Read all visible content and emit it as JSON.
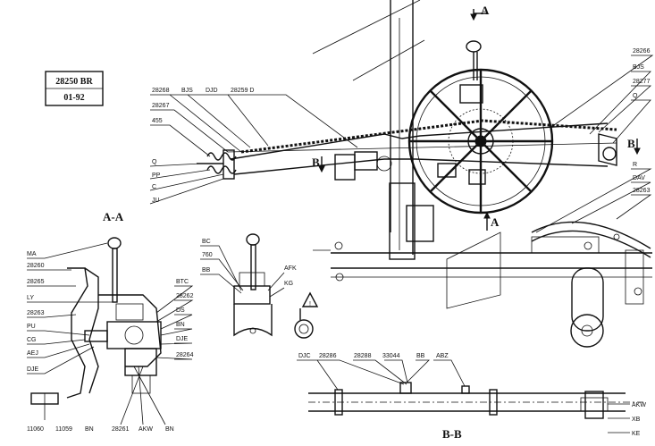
{
  "title_block": {
    "code": "28250  BR",
    "date": "01-92"
  },
  "sections": {
    "aa": "A-A",
    "bb": "B-B",
    "a_top": "A",
    "a_bottom": "A",
    "b_left": "B",
    "b_right": "B"
  },
  "labels": {
    "l28268": "28268",
    "lBJS_top": "BJS",
    "lDJD": "DJD",
    "l28259D": "28259  D",
    "l28267": "28267",
    "l455": "455",
    "lQ_left": "Q",
    "lPP": "PP",
    "lC": "C",
    "lJU": "JU",
    "l28266": "28266",
    "lBJS_right": "BJS",
    "l28277": "28277",
    "lQ_right": "Q",
    "lR": "R",
    "lDAV": "DAV",
    "l28263_right": "28263",
    "lMA": "MA",
    "l28260": "28260",
    "l28265": "28265",
    "lLY": "LY",
    "l28263_left": "28263",
    "lPU": "PU",
    "lCG": "CG",
    "lAEJ": "AEJ",
    "lDJE_left": "DJE",
    "l11060": "11060",
    "l11059": "11059",
    "lBN_bottom": "BN",
    "l28261": "28261",
    "lAKW_bottom": "AKW",
    "lBN_bottom2": "BN",
    "lBTC": "BTC",
    "l28262": "28262",
    "lDS": "DS",
    "lBN_mid": "BN",
    "lDJE_mid": "DJE",
    "l28264": "28264",
    "lBC": "BC",
    "l760": "760",
    "lBB_mid": "BB",
    "lAFK": "AFK",
    "lKG": "KG",
    "lDJC": "DJC",
    "l28286": "28286",
    "l28288": "28288",
    "l33044": "33044",
    "lBB_bb": "BB",
    "lABZ": "ABZ",
    "lAKW_right": "AKW",
    "lXB": "XB",
    "lKE": "KE"
  },
  "symbols": {
    "warning": "!"
  },
  "icons": [
    "handwheel-icon",
    "warning-triangle-icon",
    "lever-knob-icon",
    "spring-icon"
  ]
}
